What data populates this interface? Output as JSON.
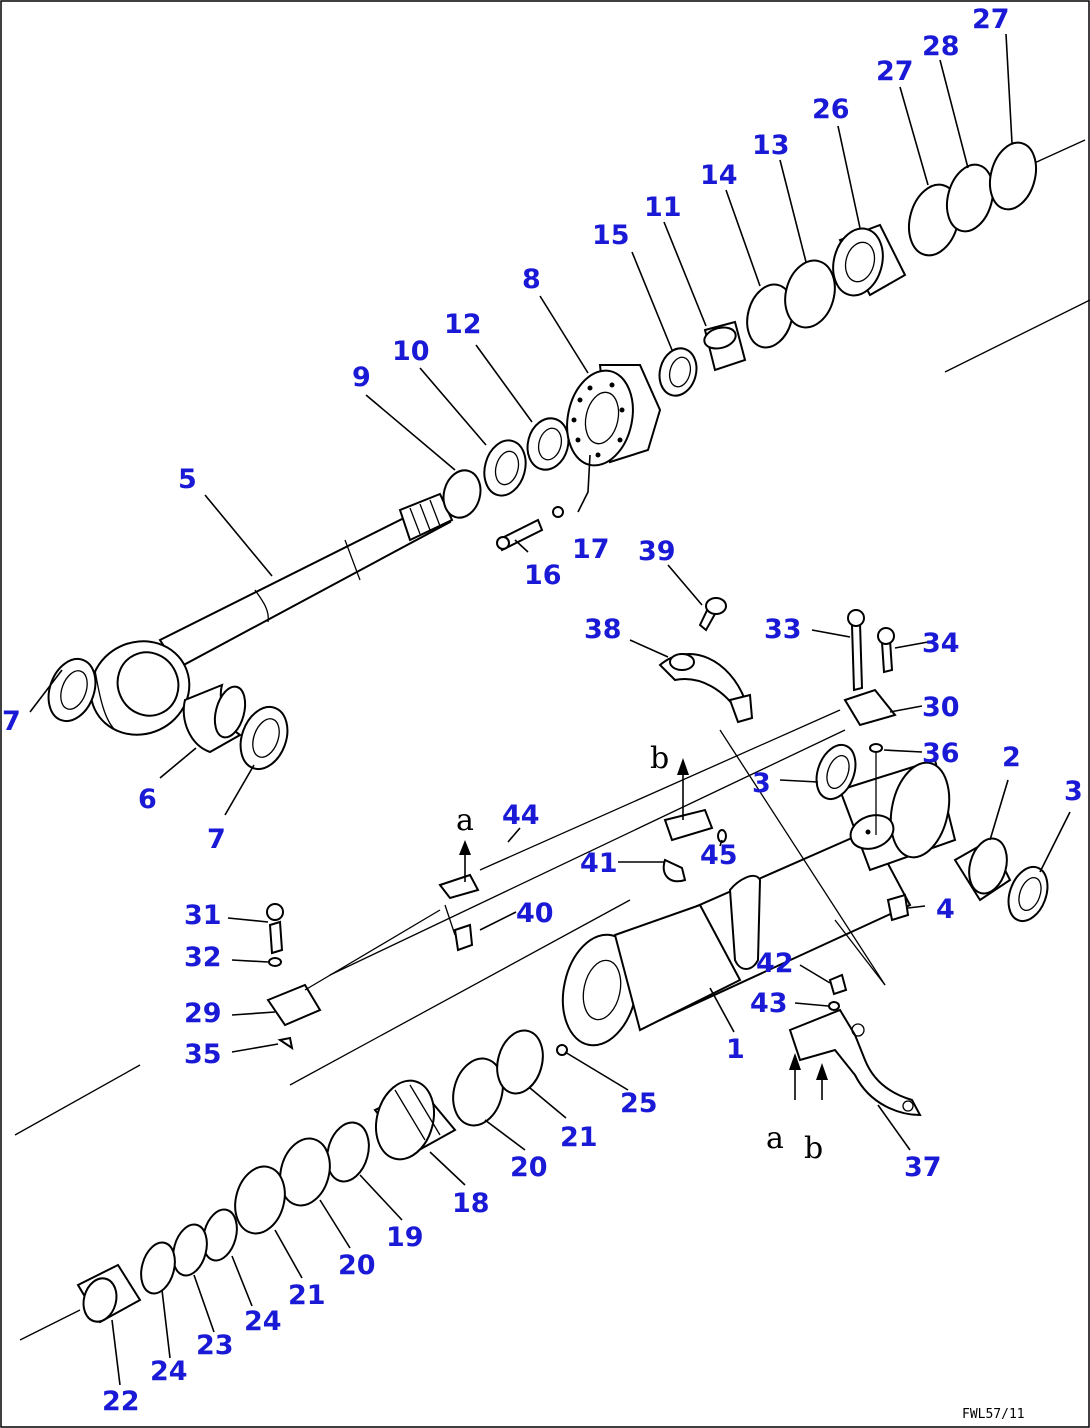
{
  "diagram": {
    "drawing_code": "FWL57/11",
    "flow_letters": {
      "a": "a",
      "b": "b"
    },
    "callouts": [
      {
        "id": "c27a",
        "text": "27"
      },
      {
        "id": "c27b",
        "text": "27"
      },
      {
        "id": "c28",
        "text": "28"
      },
      {
        "id": "c26",
        "text": "26"
      },
      {
        "id": "c13",
        "text": "13"
      },
      {
        "id": "c14",
        "text": "14"
      },
      {
        "id": "c11",
        "text": "11"
      },
      {
        "id": "c15",
        "text": "15"
      },
      {
        "id": "c8",
        "text": "8"
      },
      {
        "id": "c12",
        "text": "12"
      },
      {
        "id": "c10",
        "text": "10"
      },
      {
        "id": "c9",
        "text": "9"
      },
      {
        "id": "c5",
        "text": "5"
      },
      {
        "id": "c17",
        "text": "17"
      },
      {
        "id": "c16",
        "text": "16"
      },
      {
        "id": "c39",
        "text": "39"
      },
      {
        "id": "c38",
        "text": "38"
      },
      {
        "id": "c33",
        "text": "33"
      },
      {
        "id": "c34",
        "text": "34"
      },
      {
        "id": "c30",
        "text": "30"
      },
      {
        "id": "c36",
        "text": "36"
      },
      {
        "id": "c2",
        "text": "2"
      },
      {
        "id": "c3a",
        "text": "3"
      },
      {
        "id": "c3b",
        "text": "3"
      },
      {
        "id": "c7a",
        "text": "7"
      },
      {
        "id": "c6",
        "text": "6"
      },
      {
        "id": "c7b",
        "text": "7"
      },
      {
        "id": "c44",
        "text": "44"
      },
      {
        "id": "c45",
        "text": "45"
      },
      {
        "id": "c41",
        "text": "41"
      },
      {
        "id": "c40",
        "text": "40"
      },
      {
        "id": "c4",
        "text": "4"
      },
      {
        "id": "c31",
        "text": "31"
      },
      {
        "id": "c32",
        "text": "32"
      },
      {
        "id": "c29",
        "text": "29"
      },
      {
        "id": "c35",
        "text": "35"
      },
      {
        "id": "c42",
        "text": "42"
      },
      {
        "id": "c43",
        "text": "43"
      },
      {
        "id": "c1",
        "text": "1"
      },
      {
        "id": "c25",
        "text": "25"
      },
      {
        "id": "c21a",
        "text": "21"
      },
      {
        "id": "c20a",
        "text": "20"
      },
      {
        "id": "c37",
        "text": "37"
      },
      {
        "id": "c18",
        "text": "18"
      },
      {
        "id": "c19",
        "text": "19"
      },
      {
        "id": "c20b",
        "text": "20"
      },
      {
        "id": "c21b",
        "text": "21"
      },
      {
        "id": "c24a",
        "text": "24"
      },
      {
        "id": "c23",
        "text": "23"
      },
      {
        "id": "c24b",
        "text": "24"
      },
      {
        "id": "c22",
        "text": "22"
      }
    ]
  }
}
